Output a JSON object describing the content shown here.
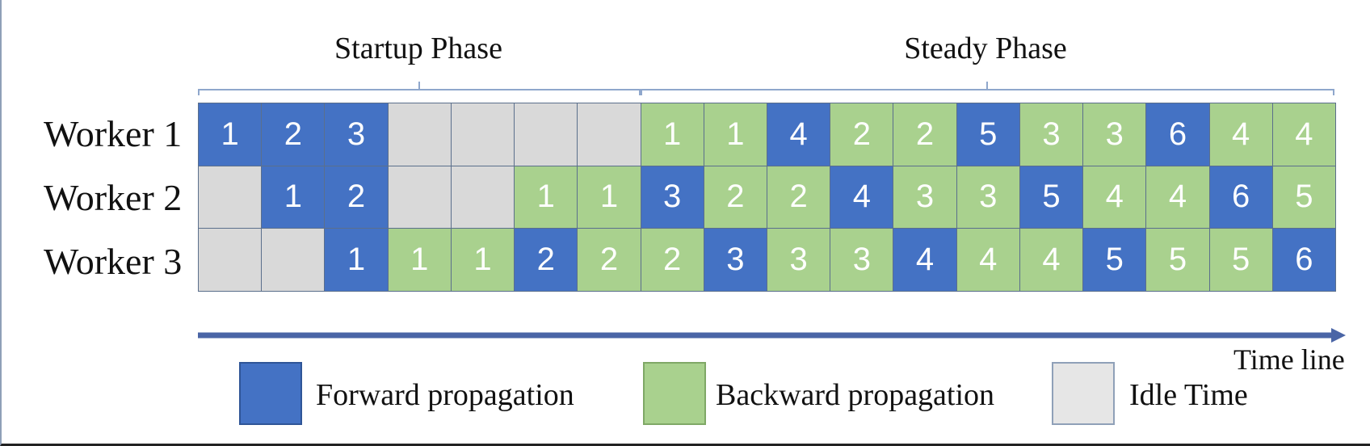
{
  "phases": {
    "startup": "Startup Phase",
    "steady": "Steady Phase"
  },
  "workers": [
    "Worker 1",
    "Worker 2",
    "Worker 3"
  ],
  "schedule": [
    [
      {
        "t": "F",
        "v": "1"
      },
      {
        "t": "F",
        "v": "2"
      },
      {
        "t": "F",
        "v": "3"
      },
      {
        "t": "I",
        "v": ""
      },
      {
        "t": "I",
        "v": ""
      },
      {
        "t": "I",
        "v": ""
      },
      {
        "t": "I",
        "v": ""
      },
      {
        "t": "B",
        "v": "1"
      },
      {
        "t": "B",
        "v": "1"
      },
      {
        "t": "F",
        "v": "4"
      },
      {
        "t": "B",
        "v": "2"
      },
      {
        "t": "B",
        "v": "2"
      },
      {
        "t": "F",
        "v": "5"
      },
      {
        "t": "B",
        "v": "3"
      },
      {
        "t": "B",
        "v": "3"
      },
      {
        "t": "F",
        "v": "6"
      },
      {
        "t": "B",
        "v": "4"
      },
      {
        "t": "B",
        "v": "4"
      }
    ],
    [
      {
        "t": "I",
        "v": ""
      },
      {
        "t": "F",
        "v": "1"
      },
      {
        "t": "F",
        "v": "2"
      },
      {
        "t": "I",
        "v": ""
      },
      {
        "t": "I",
        "v": ""
      },
      {
        "t": "B",
        "v": "1"
      },
      {
        "t": "B",
        "v": "1"
      },
      {
        "t": "F",
        "v": "3"
      },
      {
        "t": "B",
        "v": "2"
      },
      {
        "t": "B",
        "v": "2"
      },
      {
        "t": "F",
        "v": "4"
      },
      {
        "t": "B",
        "v": "3"
      },
      {
        "t": "B",
        "v": "3"
      },
      {
        "t": "F",
        "v": "5"
      },
      {
        "t": "B",
        "v": "4"
      },
      {
        "t": "B",
        "v": "4"
      },
      {
        "t": "F",
        "v": "6"
      },
      {
        "t": "B",
        "v": "5"
      }
    ],
    [
      {
        "t": "I",
        "v": ""
      },
      {
        "t": "I",
        "v": ""
      },
      {
        "t": "F",
        "v": "1"
      },
      {
        "t": "B",
        "v": "1"
      },
      {
        "t": "B",
        "v": "1"
      },
      {
        "t": "F",
        "v": "2"
      },
      {
        "t": "B",
        "v": "2"
      },
      {
        "t": "B",
        "v": "2"
      },
      {
        "t": "F",
        "v": "3"
      },
      {
        "t": "B",
        "v": "3"
      },
      {
        "t": "B",
        "v": "3"
      },
      {
        "t": "F",
        "v": "4"
      },
      {
        "t": "B",
        "v": "4"
      },
      {
        "t": "B",
        "v": "4"
      },
      {
        "t": "F",
        "v": "5"
      },
      {
        "t": "B",
        "v": "5"
      },
      {
        "t": "B",
        "v": "5"
      },
      {
        "t": "F",
        "v": "6"
      }
    ]
  ],
  "timeline": "Time line",
  "legend": {
    "forward": "Forward propagation",
    "backward": "Backward propagation",
    "idle": "Idle Time"
  },
  "colors": {
    "forward": "#4472c4",
    "backward": "#a9d18e",
    "idle": "#d9d9d9",
    "arrow": "#4a65a6"
  }
}
